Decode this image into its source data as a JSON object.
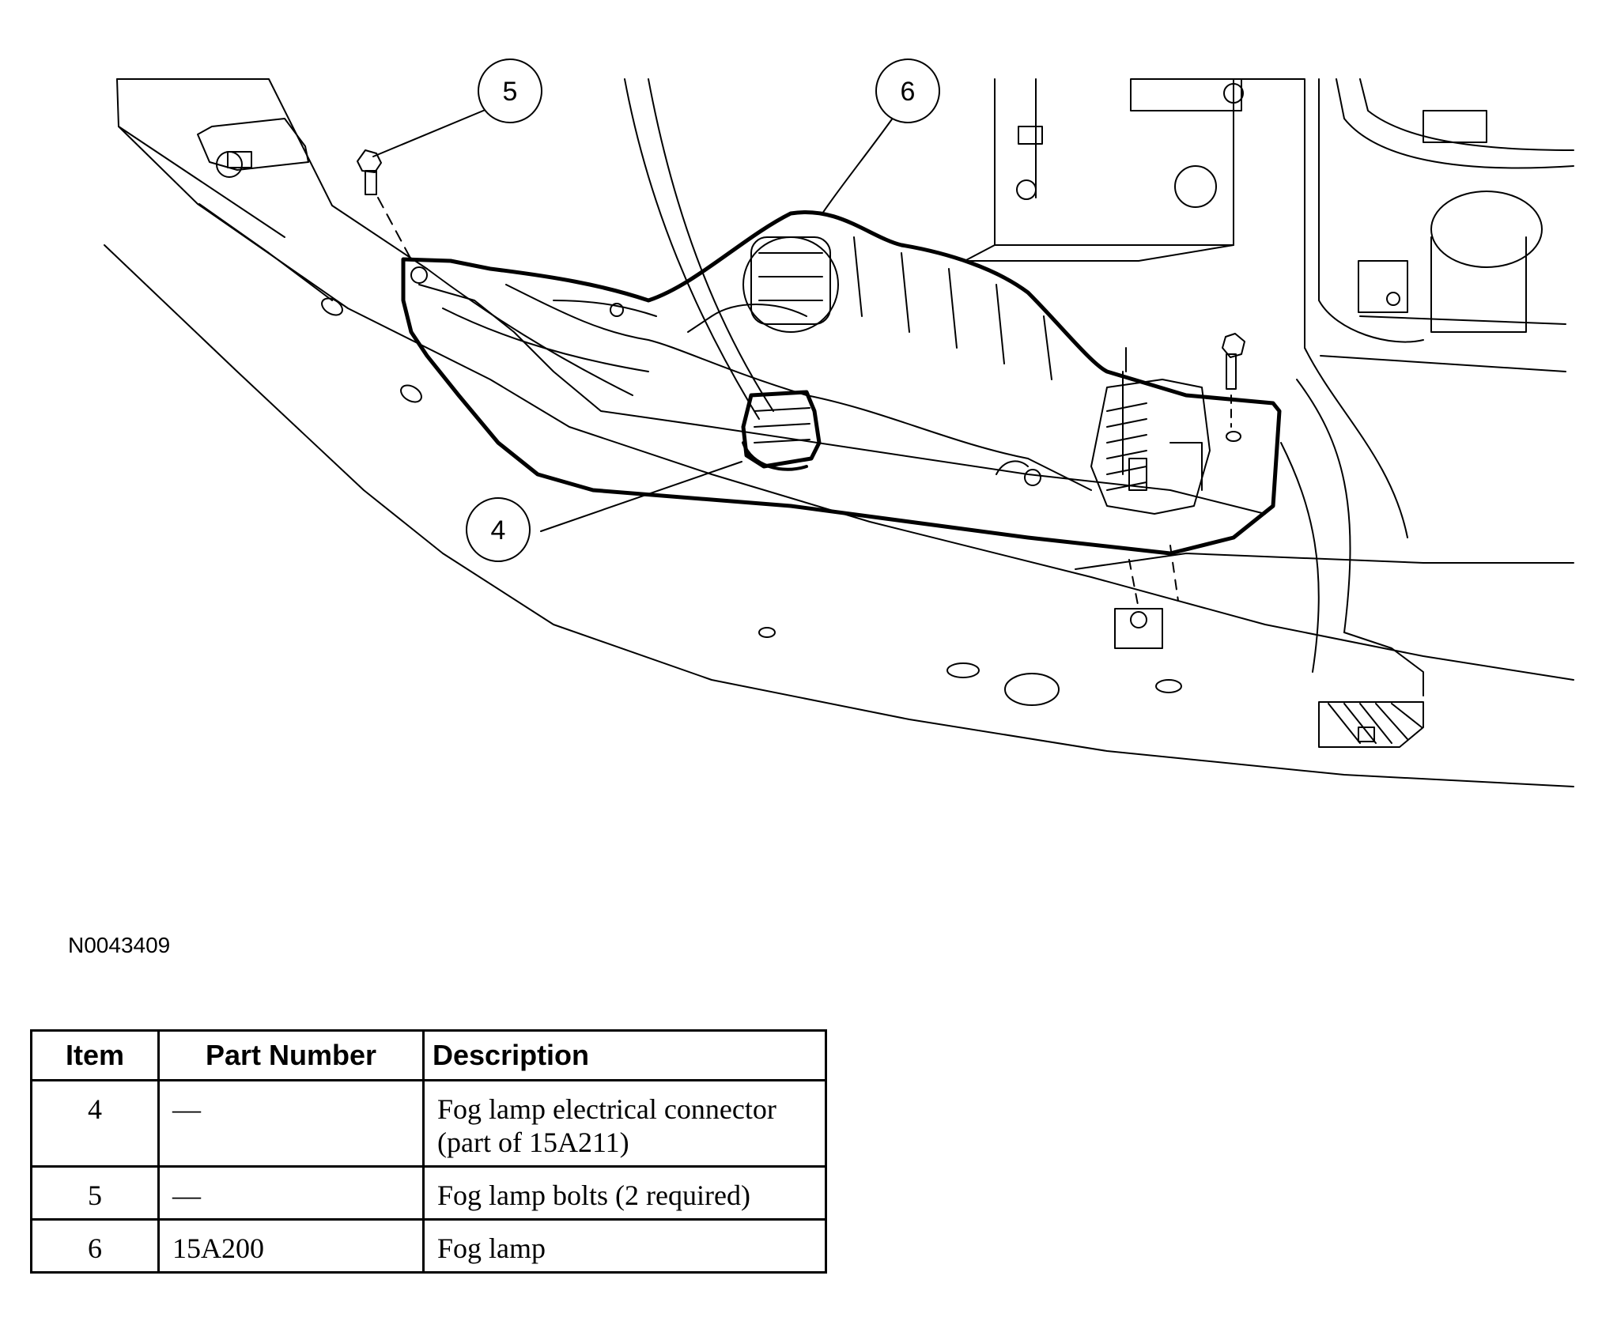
{
  "diagram": {
    "callouts": [
      {
        "number": "4",
        "target": "Fog lamp electrical connector"
      },
      {
        "number": "5",
        "target": "Fog lamp bolts"
      },
      {
        "number": "6",
        "target": "Fog lamp"
      }
    ]
  },
  "figure_id": "N0043409",
  "table": {
    "headers": {
      "item": "Item",
      "part_number": "Part Number",
      "description": "Description"
    },
    "rows": [
      {
        "item": "4",
        "part_number": "—",
        "description_line1": "Fog lamp electrical connector",
        "description_line2": "(part of 15A211)"
      },
      {
        "item": "5",
        "part_number": "—",
        "description_line1": "Fog lamp bolts (2 required)",
        "description_line2": ""
      },
      {
        "item": "6",
        "part_number": "15A200",
        "description_line1": "Fog lamp",
        "description_line2": ""
      }
    ]
  }
}
